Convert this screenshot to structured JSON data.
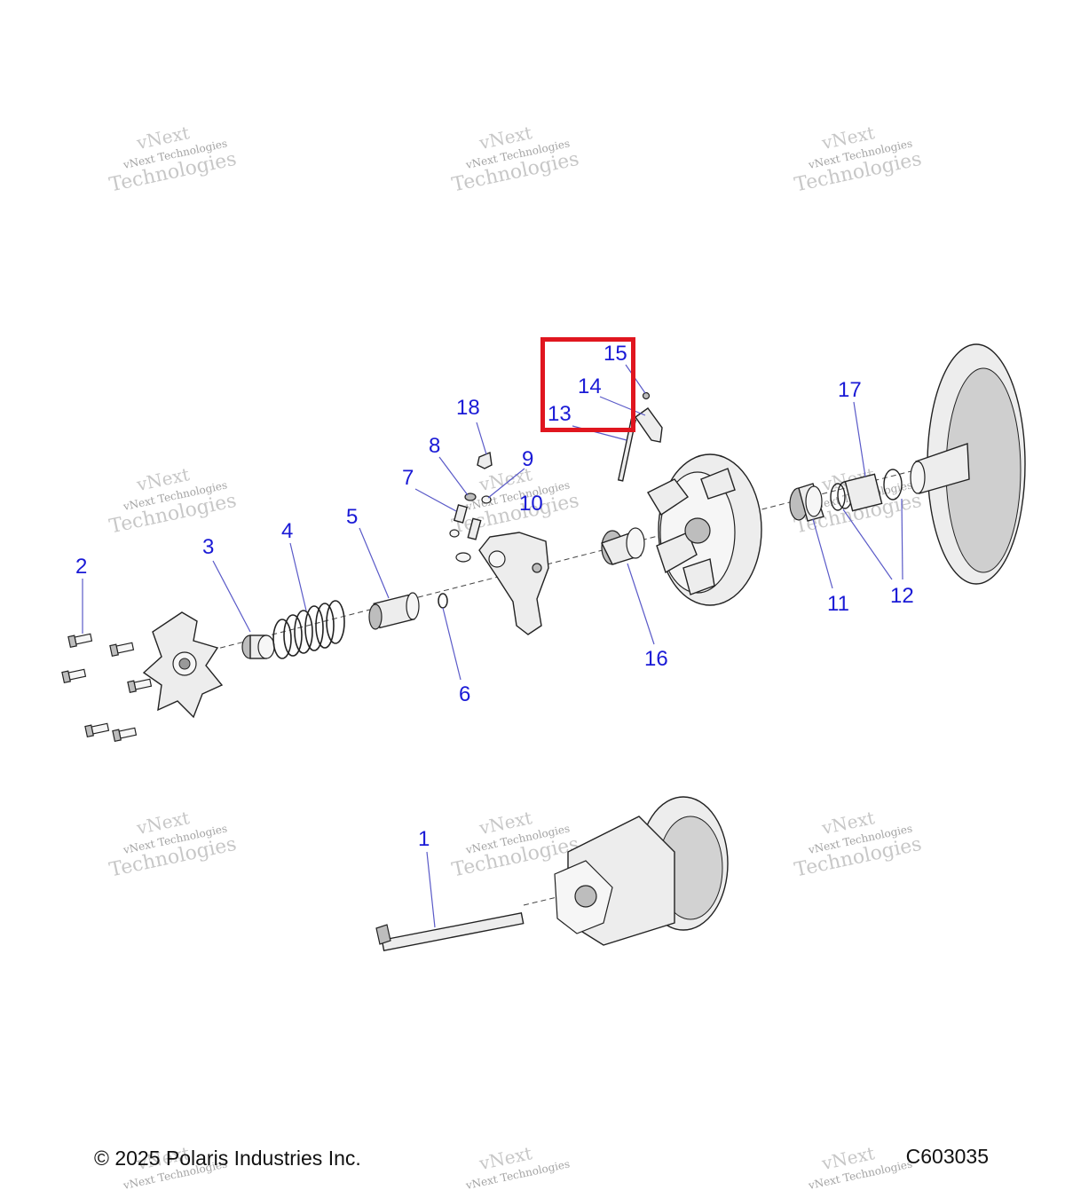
{
  "callouts": {
    "c1": "1",
    "c2": "2",
    "c3": "3",
    "c4": "4",
    "c5": "5",
    "c6": "6",
    "c7": "7",
    "c8": "8",
    "c9": "9",
    "c10": "10",
    "c11": "11",
    "c12": "12",
    "c13": "13",
    "c14": "14",
    "c15": "15",
    "c16": "16",
    "c17": "17",
    "c18": "18"
  },
  "watermark": {
    "line1": "vNext",
    "line2": "vNext Technologies",
    "line3": "Technologies"
  },
  "footer": {
    "copyright": "© 2025 Polaris Industries Inc.",
    "diagram_code": "C603035"
  },
  "colors": {
    "callout": "#1a1ad6",
    "highlight": "#e0161f"
  }
}
